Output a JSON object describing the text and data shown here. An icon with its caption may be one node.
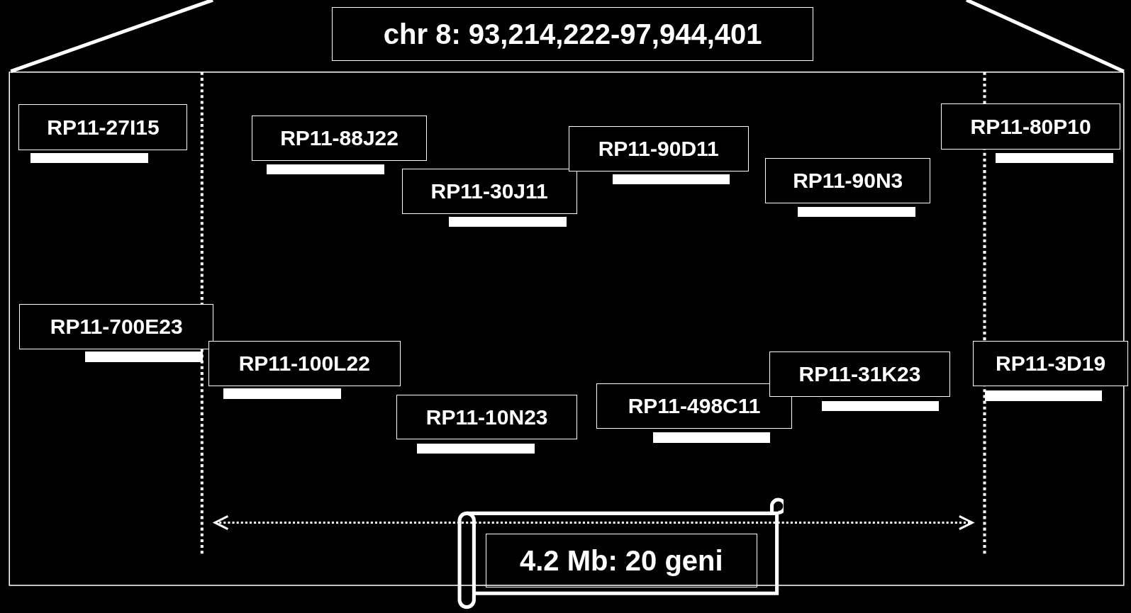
{
  "diagram": {
    "nodes": [
      {
        "text": [
          "chr 8: 93,214,222-97,944,401"
        ]
      },
      {
        "text": [
          "RP11-27I15"
        ]
      },
      {
        "text": [
          "RP11-88J22"
        ]
      },
      {
        "text": [
          "RP11-30J11"
        ]
      },
      {
        "text": [
          "RP11-90D11"
        ]
      },
      {
        "text": [
          "RP11-90N3"
        ]
      },
      {
        "text": [
          "RP11-80P10"
        ]
      },
      {
        "text": [
          "RP11-700E23"
        ]
      },
      {
        "text": [
          "RP11-100L22"
        ]
      },
      {
        "text": [
          "RP11-10N23"
        ]
      },
      {
        "text": [
          "RP11-498C11"
        ]
      },
      {
        "text": [
          "RP11-31K23"
        ]
      },
      {
        "text": [
          "RP11-3D19"
        ]
      },
      {
        "text": [
          "4.2 Mb: 20 geni"
        ]
      },
      {
        "text": [],
        "shape": "bar"
      },
      {
        "text": [],
        "shape": "bar"
      },
      {
        "text": [],
        "shape": "bar"
      },
      {
        "text": [],
        "shape": "bar"
      },
      {
        "text": [],
        "shape": "bar"
      },
      {
        "text": [],
        "shape": "bar"
      },
      {
        "text": [],
        "shape": "bar"
      },
      {
        "text": [],
        "shape": "bar"
      },
      {
        "text": [],
        "shape": "bar"
      },
      {
        "text": [],
        "shape": "bar"
      },
      {
        "text": [],
        "shape": "bar"
      },
      {
        "text": [],
        "shape": "bar"
      }
    ]
  }
}
